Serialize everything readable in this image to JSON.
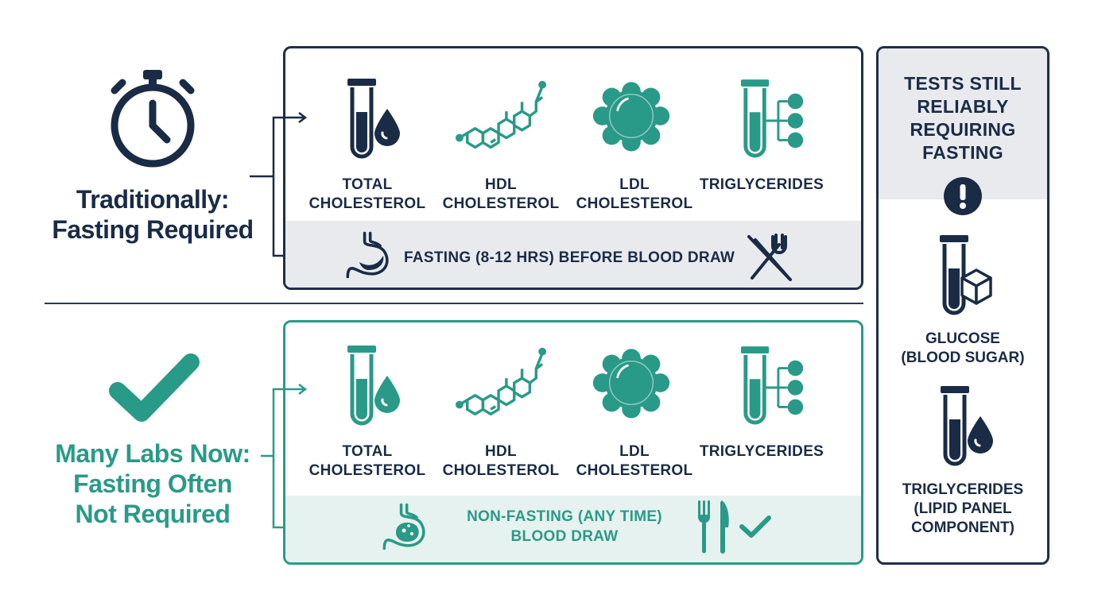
{
  "traditional": {
    "heading_line1": "Traditionally:",
    "heading_line2": "Fasting Required",
    "icon": "stopwatch-icon",
    "tests": [
      {
        "line1": "TOTAL",
        "line2": "CHOLESTEROL",
        "icon": "test-tube-drop-icon"
      },
      {
        "line1": "HDL",
        "line2": "CHOLESTEROL",
        "icon": "molecule-structure-icon"
      },
      {
        "line1": "LDL",
        "line2": "CHOLESTEROL",
        "icon": "lipoprotein-cluster-icon"
      },
      {
        "line1": "TRIGLYCERIDES",
        "line2": "",
        "icon": "test-tube-molecules-icon"
      }
    ],
    "band_text": "FASTING (8-12 HRS) BEFORE BLOOD DRAW",
    "band_icons": [
      "empty-stomach-icon",
      "no-fork-knife-icon"
    ]
  },
  "modern": {
    "heading_line1": "Many Labs Now:",
    "heading_line2": "Fasting Often",
    "heading_line3": "Not Required",
    "icon": "checkmark-icon",
    "tests": [
      {
        "line1": "TOTAL",
        "line2": "CHOLESTEROL",
        "icon": "test-tube-drop-icon"
      },
      {
        "line1": "HDL",
        "line2": "CHOLESTEROL",
        "icon": "molecule-structure-icon"
      },
      {
        "line1": "LDL",
        "line2": "CHOLESTEROL",
        "icon": "lipoprotein-cluster-icon"
      },
      {
        "line1": "TRIGLYCERIDES",
        "line2": "",
        "icon": "test-tube-molecules-icon"
      }
    ],
    "band_line1": "NON-FASTING (ANY TIME)",
    "band_line2": "BLOOD DRAW",
    "band_icons": [
      "full-stomach-icon",
      "fork-knife-icon",
      "check-icon"
    ]
  },
  "still_fasting": {
    "title_lines": [
      "TESTS STILL",
      "RELIABLY",
      "REQUIRING",
      "FASTING"
    ],
    "alert_icon": "exclamation-icon",
    "items": [
      {
        "line1": "GLUCOSE",
        "line2": "(BLOOD SUGAR)",
        "line3": "",
        "icon": "test-tube-sugar-cube-icon"
      },
      {
        "line1": "TRIGLYCERIDES",
        "line2": "(LIPID PANEL",
        "line3": "COMPONENT)",
        "icon": "test-tube-drop-icon"
      }
    ]
  },
  "colors": {
    "navy": "#1a2b45",
    "teal": "#2a9a88",
    "gray_band": "#e8eaee",
    "teal_band": "#e6f2ef"
  }
}
